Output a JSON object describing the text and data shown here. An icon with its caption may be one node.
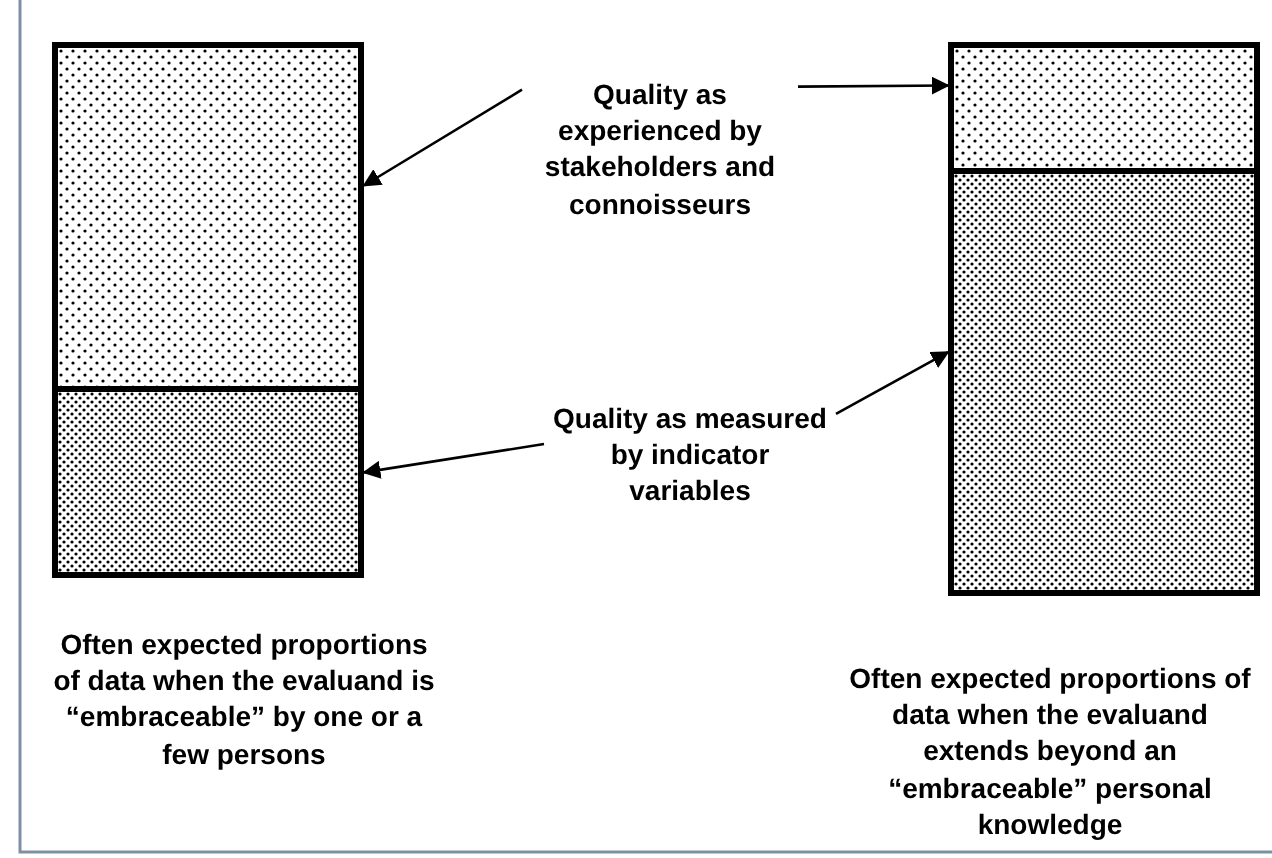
{
  "diagram": {
    "nodes": [
      {
        "text": [],
        "shape": "box"
      },
      {
        "text": [],
        "shape": "box"
      },
      {
        "text": [],
        "shape": "box"
      },
      {
        "text": [],
        "shape": "box"
      },
      {
        "text": [
          "Quality as experienced by stakeholders and connoisseurs"
        ]
      },
      {
        "text": [
          "Quality as measured by indicator variables"
        ]
      }
    ],
    "edges": [
      {
        "from": 4,
        "to": 0,
        "arrow": "to"
      },
      {
        "from": 4,
        "to": 2,
        "arrow": "to"
      },
      {
        "from": 5,
        "to": 1,
        "arrow": "to"
      },
      {
        "from": 5,
        "to": 3,
        "arrow": "to"
      }
    ],
    "labels": [
      "Often expected proportions of data when the evaluand is “embraceable” by one or a few persons",
      "Often expected proportions of data when the evaluand extends beyond an “embraceable” personal knowledge"
    ]
  }
}
